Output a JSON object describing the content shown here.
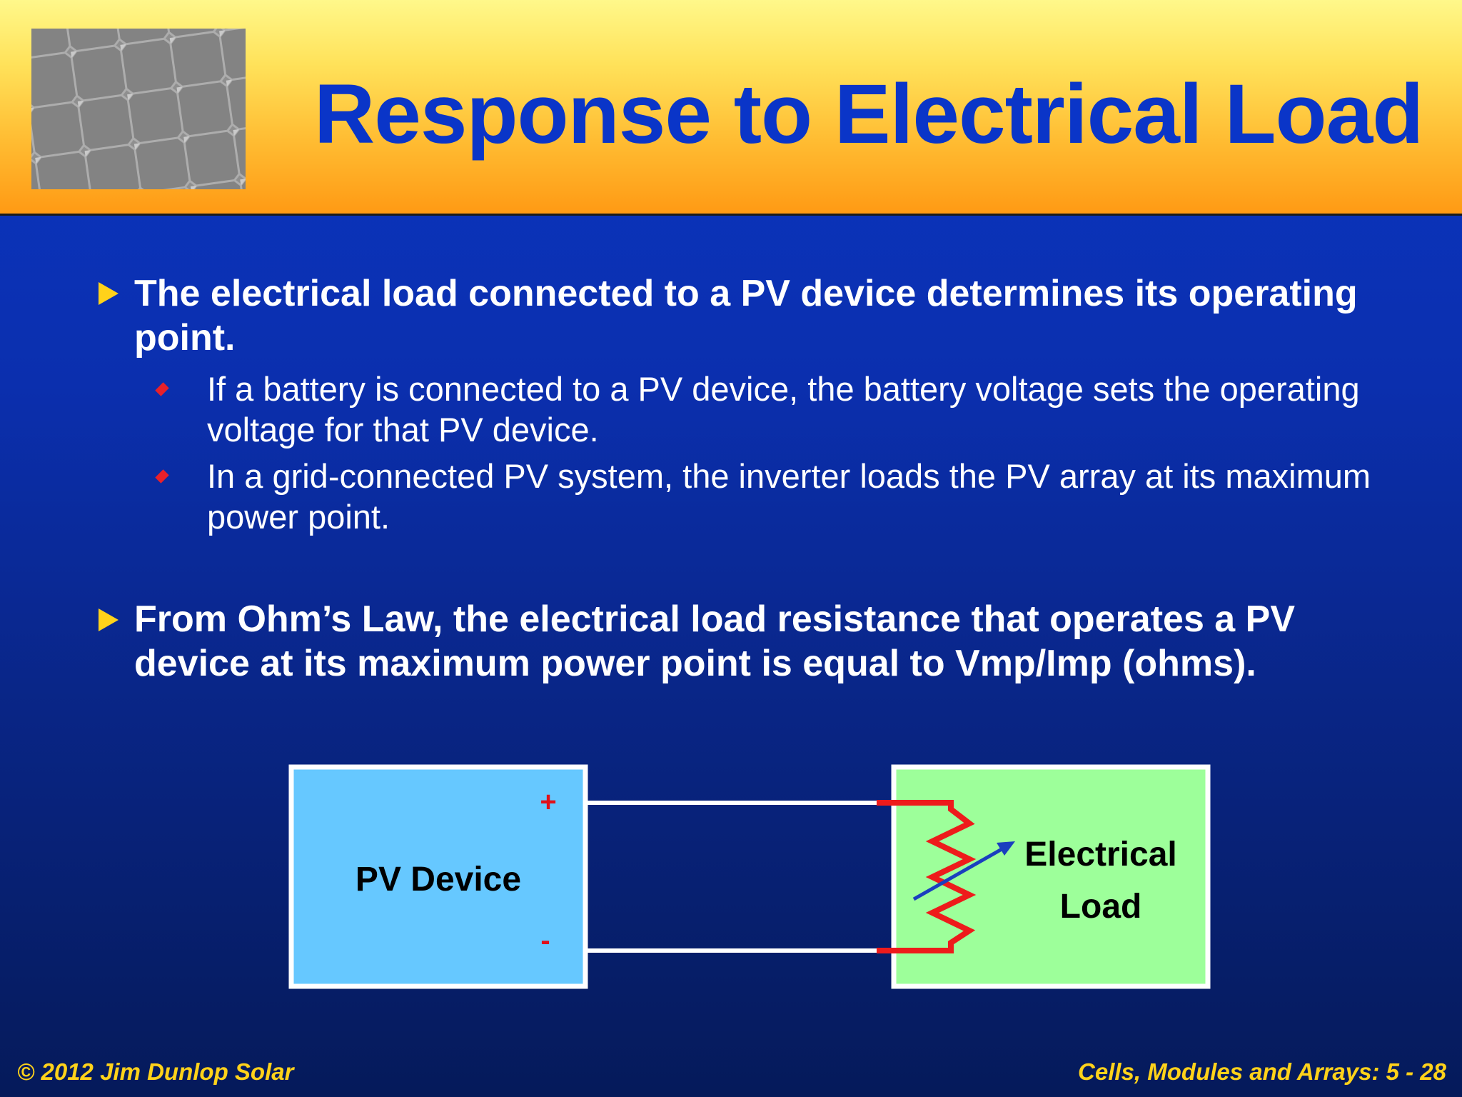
{
  "slide": {
    "title": "Response to Electrical Load",
    "bullets": [
      {
        "text": "The electrical load connected to a PV device determines its operating point.",
        "sub": [
          "If a battery is connected to a PV device, the battery voltage sets the operating voltage for that PV device.",
          "In a grid-connected PV system, the inverter loads the PV array at its maximum power point."
        ]
      },
      {
        "text": "From Ohm’s Law, the electrical load resistance that operates a PV device at its maximum power point is equal to Vmp/Imp (ohms)."
      }
    ]
  },
  "diagram": {
    "pv_device_label": "PV Device",
    "positive_label": "+",
    "negative_label": "-",
    "load_label_line1": "Electrical",
    "load_label_line2": "Load",
    "colors": {
      "pv_box": "#66c8ff",
      "load_box": "#9dff9a",
      "wire": "#ffffff",
      "resistor": "#ee1b1b",
      "arrow": "#1a3fbf",
      "terminal_sign": "#e0101a"
    }
  },
  "footer": {
    "left": "© 2012 Jim Dunlop Solar",
    "right": "Cells, Modules and Arrays: 5 - 28"
  }
}
